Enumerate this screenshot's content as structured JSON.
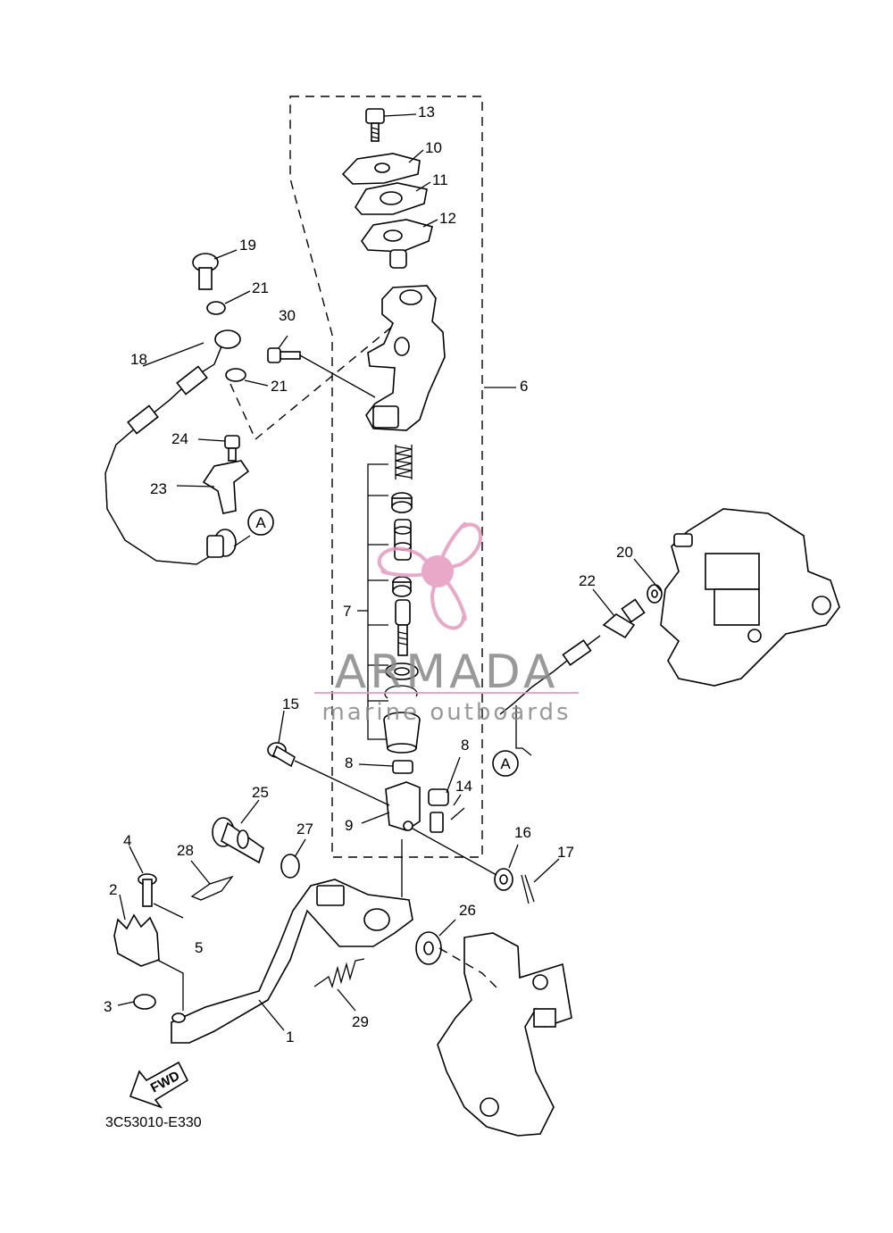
{
  "diagram": {
    "code": "3C53010-E330",
    "fwd_label": "FWD",
    "ref_marker": "A",
    "callouts": [
      {
        "id": "1",
        "label": "1"
      },
      {
        "id": "2",
        "label": "2"
      },
      {
        "id": "3",
        "label": "3"
      },
      {
        "id": "4",
        "label": "4"
      },
      {
        "id": "5",
        "label": "5"
      },
      {
        "id": "6",
        "label": "6"
      },
      {
        "id": "7",
        "label": "7"
      },
      {
        "id": "8a",
        "label": "8"
      },
      {
        "id": "8b",
        "label": "8"
      },
      {
        "id": "9",
        "label": "9"
      },
      {
        "id": "10",
        "label": "10"
      },
      {
        "id": "11",
        "label": "11"
      },
      {
        "id": "12",
        "label": "12"
      },
      {
        "id": "13",
        "label": "13"
      },
      {
        "id": "14",
        "label": "14"
      },
      {
        "id": "15",
        "label": "15"
      },
      {
        "id": "16",
        "label": "16"
      },
      {
        "id": "17",
        "label": "17"
      },
      {
        "id": "18",
        "label": "18"
      },
      {
        "id": "19",
        "label": "19"
      },
      {
        "id": "20",
        "label": "20"
      },
      {
        "id": "21a",
        "label": "21"
      },
      {
        "id": "21b",
        "label": "21"
      },
      {
        "id": "22",
        "label": "22"
      },
      {
        "id": "23",
        "label": "23"
      },
      {
        "id": "24",
        "label": "24"
      },
      {
        "id": "25",
        "label": "25"
      },
      {
        "id": "26",
        "label": "26"
      },
      {
        "id": "27",
        "label": "27"
      },
      {
        "id": "28",
        "label": "28"
      },
      {
        "id": "29",
        "label": "29"
      },
      {
        "id": "30",
        "label": "30"
      }
    ]
  },
  "watermark": {
    "title": "ARMADA",
    "subtitle": "marine outboards",
    "color": "#e79ac0",
    "text_color": "#888888"
  }
}
